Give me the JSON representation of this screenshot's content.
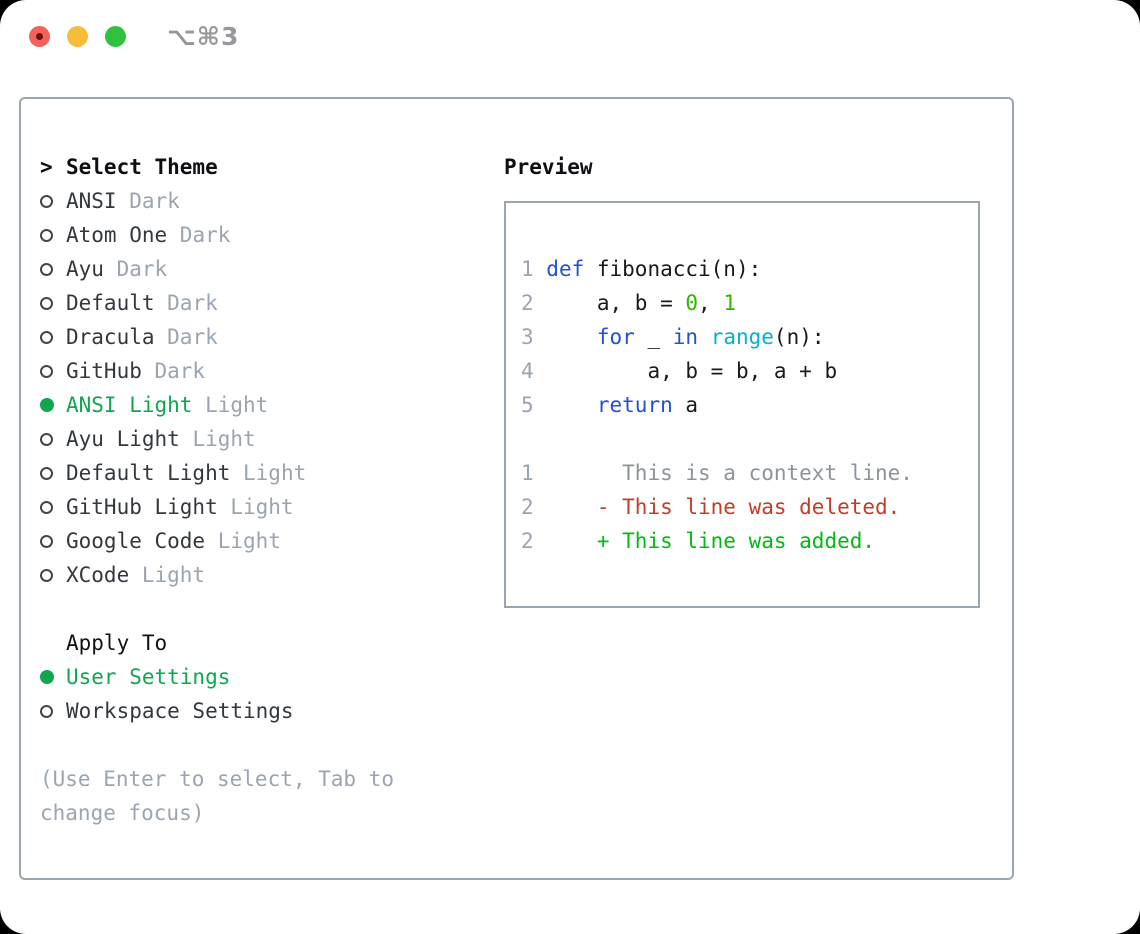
{
  "palette": {
    "page-bg": "#000000",
    "window-bg": "#ffffff",
    "border": "#9aa5b1",
    "muted": "#9aa5b1",
    "heading": "#0d0f12",
    "item-text": "#33383f",
    "selection-green": "#10a650",
    "added-green": "#00bb10",
    "literal-green": "#2eb800",
    "deleted-red": "#c53b28",
    "keyword-blue": "#2150d4",
    "function-cyan": "#00b4c6",
    "context-gray": "#8b949c",
    "code-text": "#17191c",
    "traffic-red": "#f4605a",
    "traffic-red-dot": "#69140f",
    "traffic-yellow": "#f8bc38",
    "traffic-green": "#30c13e",
    "shortcut-gray": "#97979c"
  },
  "titlebar": {
    "shortcut": "⌥⌘3"
  },
  "picker": {
    "prompt": ">",
    "title": "Select Theme",
    "items": [
      {
        "name": "ANSI",
        "variant": "Dark",
        "selected": false
      },
      {
        "name": "Atom One",
        "variant": "Dark",
        "selected": false
      },
      {
        "name": "Ayu",
        "variant": "Dark",
        "selected": false
      },
      {
        "name": "Default",
        "variant": "Dark",
        "selected": false
      },
      {
        "name": "Dracula",
        "variant": "Dark",
        "selected": false
      },
      {
        "name": "GitHub",
        "variant": "Dark",
        "selected": false
      },
      {
        "name": "ANSI Light",
        "variant": "Light",
        "selected": true
      },
      {
        "name": "Ayu Light",
        "variant": "Light",
        "selected": false
      },
      {
        "name": "Default Light",
        "variant": "Light",
        "selected": false
      },
      {
        "name": "GitHub Light",
        "variant": "Light",
        "selected": false
      },
      {
        "name": "Google Code",
        "variant": "Light",
        "selected": false
      },
      {
        "name": "XCode",
        "variant": "Light",
        "selected": false
      }
    ],
    "apply": {
      "title": "Apply To",
      "options": [
        {
          "label": "User Settings",
          "selected": true
        },
        {
          "label": "Workspace Settings",
          "selected": false
        }
      ]
    },
    "hint_line1": "(Use Enter to select, Tab to",
    "hint_line2": "change focus)"
  },
  "preview": {
    "title": "Preview",
    "lines": [
      [
        "1 ",
        "def",
        " fibonacci(n):"
      ],
      [
        "2 ",
        "    a, b = ",
        "0",
        ", ",
        "1"
      ],
      [
        "3 ",
        "    ",
        "for",
        " _ ",
        "in",
        " ",
        "range",
        "(n):"
      ],
      [
        "4 ",
        "        a, b = b, a + b"
      ],
      [
        "5 ",
        "    ",
        "return",
        " a"
      ],
      [],
      [
        "1 ",
        "      This is a context line."
      ],
      [
        "2 ",
        "    ",
        "- This line was deleted."
      ],
      [
        "2 ",
        "    ",
        "+ This line was added."
      ]
    ]
  }
}
